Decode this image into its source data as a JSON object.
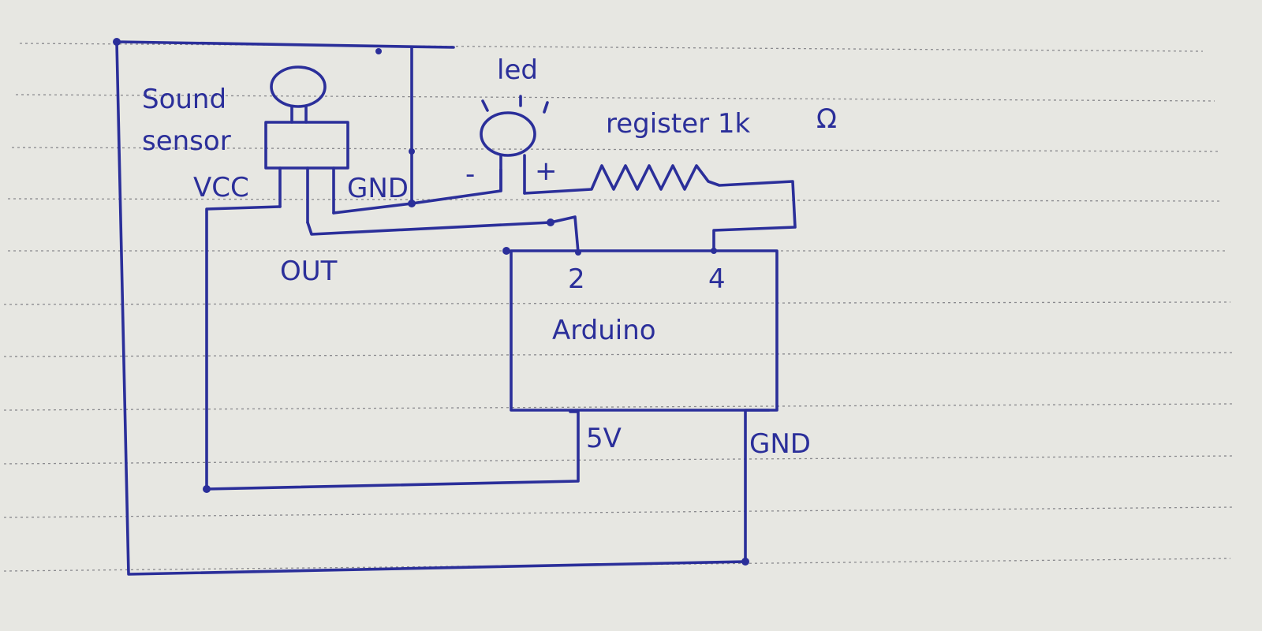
{
  "colors": {
    "ink": "#2b2f9a",
    "paper": "#e7e7e2",
    "ruling": "#6b6b72"
  },
  "labels": {
    "sound_sensor_line1": "Sound",
    "sound_sensor_line2": "sensor",
    "vcc": "VCC",
    "sensor_gnd": "GND",
    "out": "OUT",
    "led": "led",
    "led_minus": "-",
    "led_plus": "+",
    "resistor": "register 1k",
    "ohm": "Ω",
    "pin_2": "2",
    "pin_4": "4",
    "arduino": "Arduino",
    "five_v": "5V",
    "arduino_gnd": "GND"
  }
}
